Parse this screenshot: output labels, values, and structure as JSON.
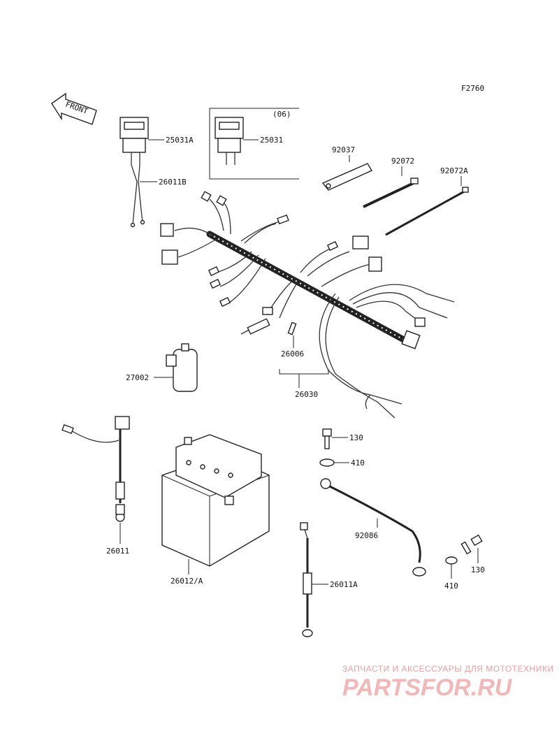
{
  "figure_code": "F2760",
  "front_arrow_label": "FRONT",
  "inset_label": "(06)",
  "parts": {
    "p25031A": "25031A",
    "p25031": "25031",
    "p26011B": "26011B",
    "p92037": "92037",
    "p92072": "92072",
    "p92072A": "92072A",
    "p26006": "26006",
    "p27002": "27002",
    "p26030": "26030",
    "p130a": "130",
    "p410a": "410",
    "p26011": "26011",
    "p26012A": "26012/A",
    "p92086": "92086",
    "p410b": "410",
    "p130b": "130",
    "p26011A": "26011A"
  },
  "watermark": {
    "tagline": "ЗАПЧАСТИ И АКСЕССУАРЫ ДЛЯ МОТОТЕХНИКИ",
    "site": "PARTSFOR.RU"
  }
}
